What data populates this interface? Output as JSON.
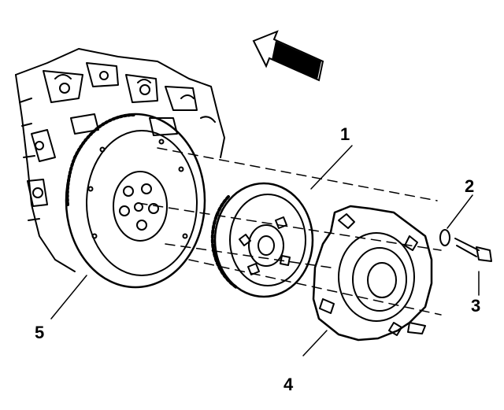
{
  "callouts": [
    {
      "id": "1",
      "label": "1"
    },
    {
      "id": "2",
      "label": "2"
    },
    {
      "id": "3",
      "label": "3"
    },
    {
      "id": "4",
      "label": "4"
    },
    {
      "id": "5",
      "label": "5"
    }
  ],
  "icons": {
    "direction_arrow": "front-direction-arrow-icon"
  },
  "colors": {
    "ink": "#000000",
    "paper": "#ffffff"
  }
}
